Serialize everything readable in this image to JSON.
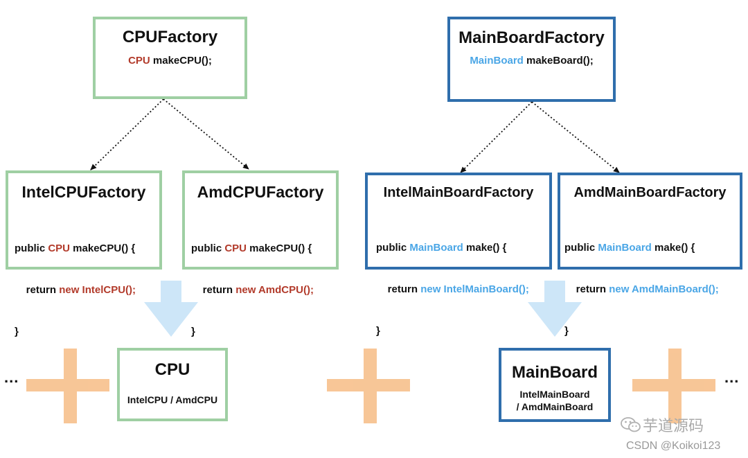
{
  "colors": {
    "green_border": "#9fcfa3",
    "blue_border": "#2f6eac",
    "red_type": "#b23a2a",
    "blue_type": "#4aa6e6",
    "arrow_fill": "#cde6f8",
    "plus_fill": "#f7c08c"
  },
  "cpu_factory": {
    "title": "CPUFactory",
    "sig_type": "CPU",
    "sig_rest": " makeCPU();"
  },
  "intel_cpu_factory": {
    "title": "IntelCPUFactory",
    "l1_a": "public ",
    "l1_type": "CPU",
    "l1_b": " makeCPU() {",
    "l2_indent": "    return ",
    "l2_new": "new IntelCPU();",
    "l3": "}"
  },
  "amd_cpu_factory": {
    "title": "AmdCPUFactory",
    "l1_a": "public ",
    "l1_type": "CPU",
    "l1_b": " makeCPU() {",
    "l2_indent": "    return ",
    "l2_new": "new AmdCPU();",
    "l3": "}"
  },
  "cpu_product": {
    "title": "CPU",
    "sub": "IntelCPU / AmdCPU"
  },
  "mainboard_factory": {
    "title": "MainBoardFactory",
    "sig_type": "MainBoard",
    "sig_rest": " makeBoard();"
  },
  "intel_mainboard_factory": {
    "title": "IntelMainBoardFactory",
    "l1_a": "public ",
    "l1_type": "MainBoard",
    "l1_b": " make() {",
    "l2_indent": "    return ",
    "l2_new": "new IntelMainBoard();",
    "l3": "}"
  },
  "amd_mainboard_factory": {
    "title": "AmdMainBoardFactory",
    "l1_a": "public ",
    "l1_type": "MainBoard",
    "l1_b": " make() {",
    "l2_indent": "    return ",
    "l2_new": "new AmdMainBoard();",
    "l3": "}"
  },
  "mainboard_product": {
    "title": "MainBoard",
    "sub1": "IntelMainBoard",
    "sub2": "/ AmdMainBoard"
  },
  "ellipsis_left": "...",
  "ellipsis_right": "...",
  "watermark": {
    "brand": "芋道源码",
    "credit": "CSDN @Koikoi123"
  }
}
